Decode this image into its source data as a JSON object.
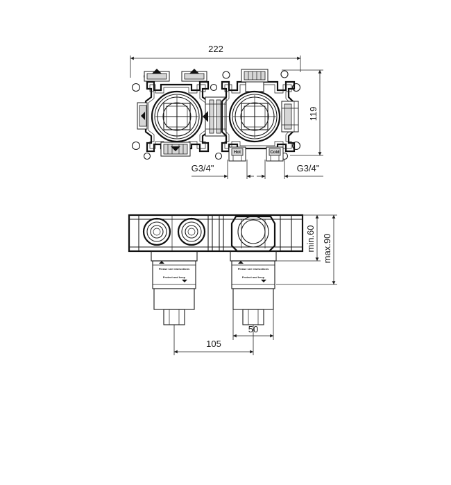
{
  "top_view": {
    "width_dim": "222",
    "height_dim": "119",
    "left_thread": "G3/4\"",
    "right_thread": "G3/4\"",
    "hot_label": "Hot",
    "cold_label": "Cold"
  },
  "side_view": {
    "min_dim": "min.60",
    "max_dim": "max.90",
    "outlet_dim": "50",
    "center_dim": "105",
    "cartridge_text_1": "Please see instructions",
    "cartridge_text_2": "Protect and keep"
  }
}
